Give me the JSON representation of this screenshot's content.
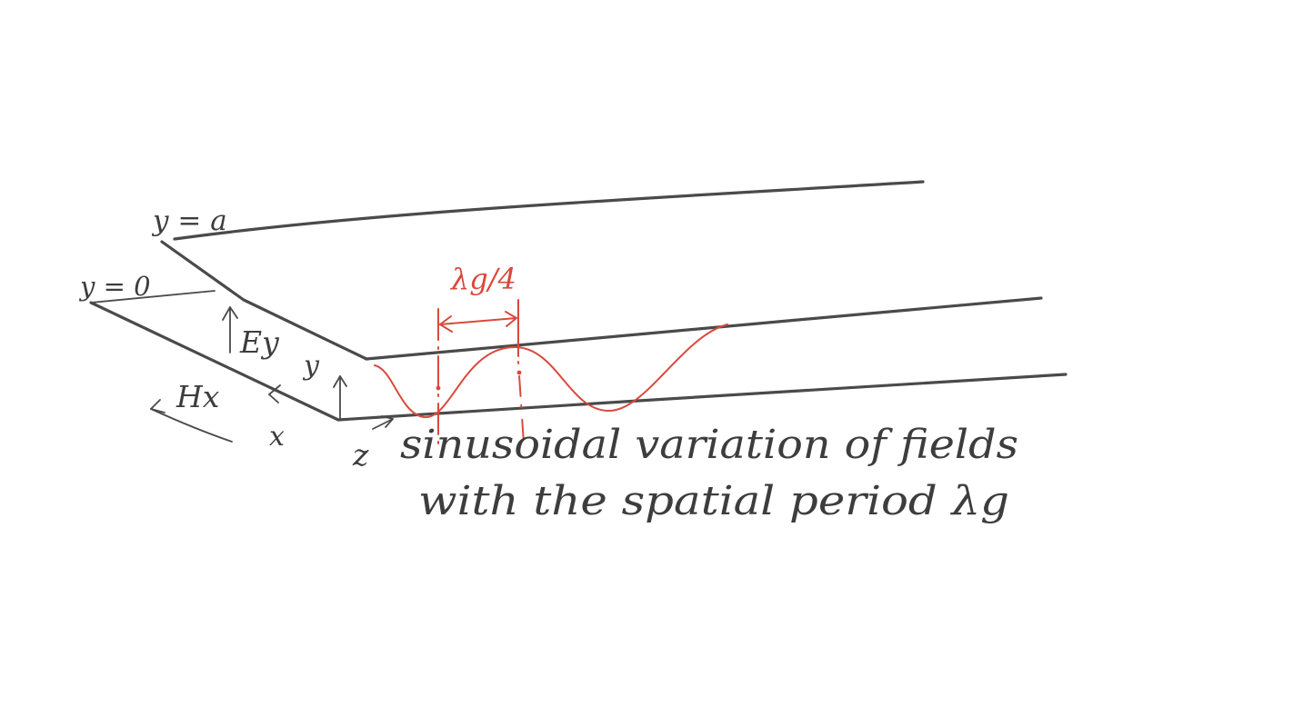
{
  "labels": {
    "top_plate": "y = a",
    "bottom_plate": "y = 0",
    "e_field": "Ey",
    "h_field": "Hx",
    "y_axis": "y",
    "x_axis": "x",
    "z_axis": "z",
    "quarter_wavelength": "λg/4",
    "caption_line1": "sinusoidal variation of fields",
    "caption_line2": "with the spatial period λg"
  },
  "colors": {
    "ink": "#4a4a4a",
    "accent": "#d84a3c"
  }
}
